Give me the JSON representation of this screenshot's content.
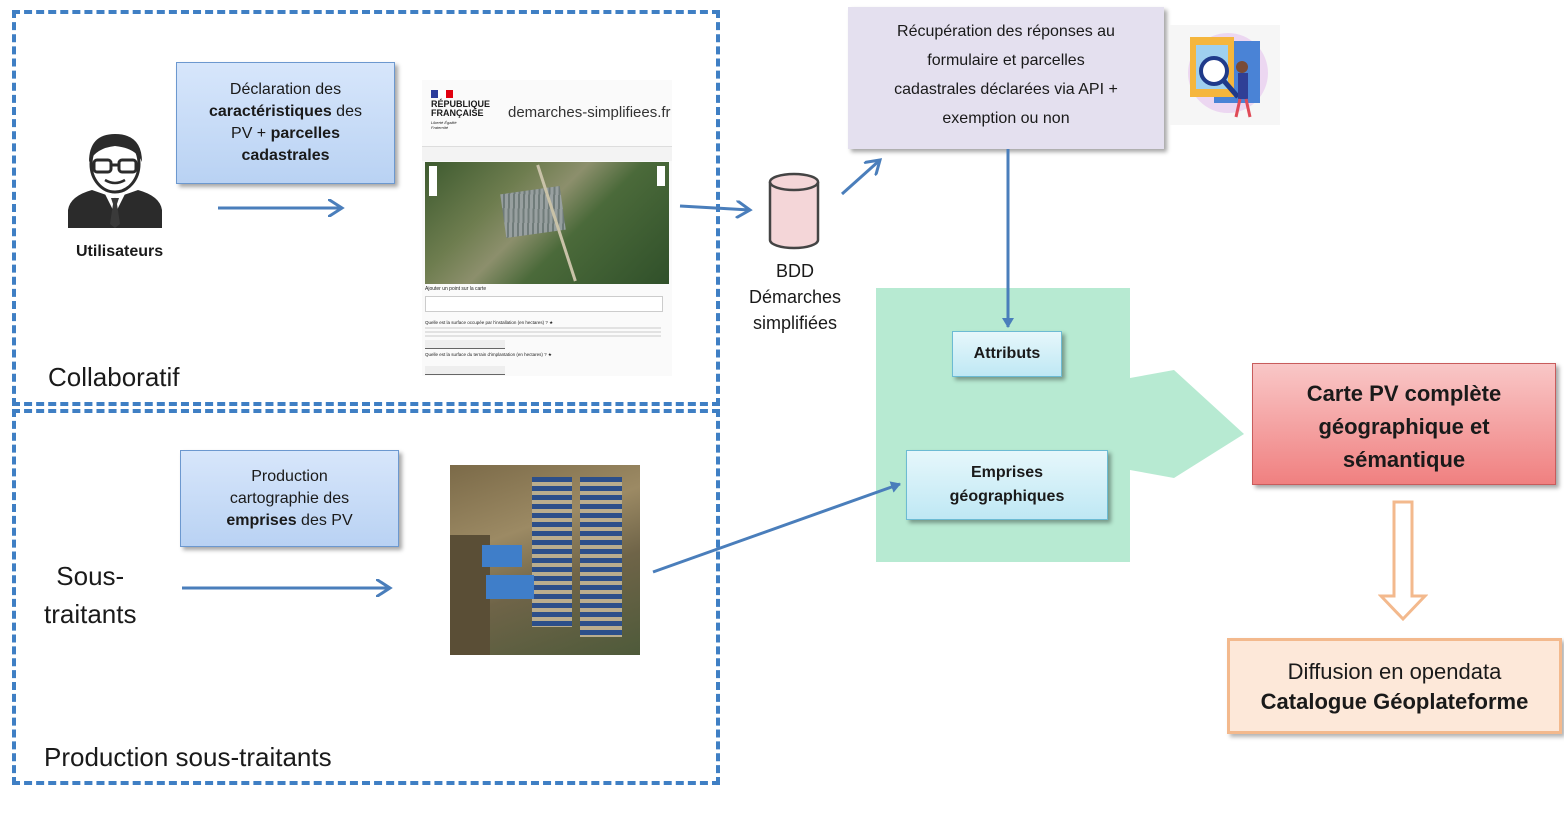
{
  "collab": {
    "label": "Collaboratif",
    "users_label": "Utilisateurs",
    "decl_box": {
      "l1": "Déclaration des",
      "l2a": "caractéristiques",
      "l2b": " des",
      "l3a": "PV + ",
      "l3b": "parcelles",
      "l4": "cadastrales"
    },
    "screenshot": {
      "logo_l1": "RÉPUBLIQUE",
      "logo_l2": "FRANÇAISE",
      "logo_motto": "Liberté Égalité Fraternité",
      "site": "demarches-simplifiees.fr",
      "field1": "Ajouter un point sur la carte",
      "q1": "Quelle est la surface occupée par l'installation (en hectares) ? ★",
      "q2": "Quelle est la surface du terrain d'implantation (en hectares) ? ★"
    }
  },
  "soustraitants": {
    "label": "Production sous-traitants",
    "actor_l1": "Sous-",
    "actor_l2": "traitants",
    "prod_box": {
      "l1": "Production",
      "l2": "cartographie des",
      "l3a": "emprises",
      "l3b": " des PV"
    }
  },
  "bdd": {
    "l1": "BDD",
    "l2": "Démarches",
    "l3": "simplifiées"
  },
  "recup_box": {
    "l1": "Récupération des réponses au",
    "l2": "formulaire et parcelles",
    "l3": "cadastrales déclarées via API +",
    "l4": "exemption ou non"
  },
  "attributs": "Attributs",
  "emprises": {
    "l1": "Emprises",
    "l2": "géographiques"
  },
  "carte": {
    "l1": "Carte PV complète",
    "l2": "géographique et",
    "l3": "sémantique"
  },
  "diffusion": {
    "l1": "Diffusion en opendata",
    "l2": "Catalogue Géoplateforme"
  },
  "colors": {
    "dash": "#3f7fc4",
    "arrow": "#4a7ebb",
    "green": "#b7ead2",
    "red": "#f28b8b",
    "orange": "#f3b98d"
  }
}
